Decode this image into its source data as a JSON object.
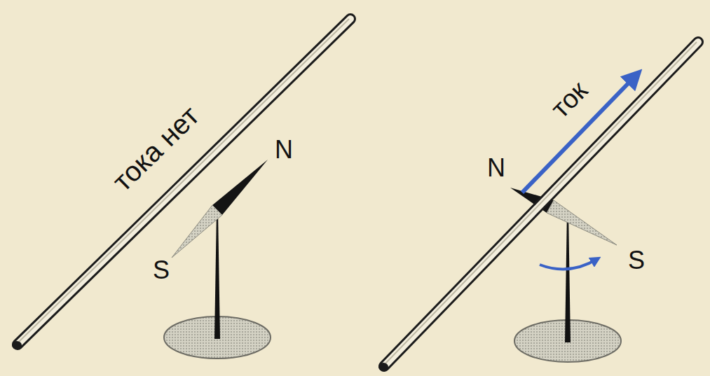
{
  "diagram": {
    "labels": [
      "тока нет",
      "N",
      "S",
      "ток",
      "N",
      "S"
    ]
  }
}
